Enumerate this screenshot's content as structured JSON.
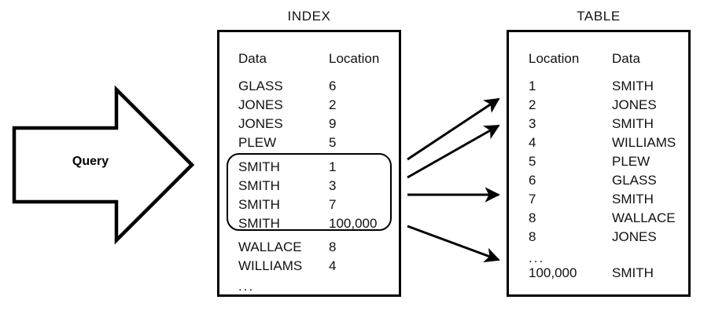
{
  "diagram": {
    "query_label": "Query"
  },
  "index_panel": {
    "title": "INDEX",
    "headers": {
      "data": "Data",
      "location": "Location"
    },
    "rows_before": [
      {
        "data": "GLASS",
        "location": "6"
      },
      {
        "data": "JONES",
        "location": "2"
      },
      {
        "data": "JONES",
        "location": "9"
      },
      {
        "data": "PLEW",
        "location": "5"
      }
    ],
    "highlighted_rows": [
      {
        "data": "SMITH",
        "location": "1"
      },
      {
        "data": "SMITH",
        "location": "3"
      },
      {
        "data": "SMITH",
        "location": "7"
      },
      {
        "data": "SMITH",
        "location": "100,000"
      }
    ],
    "rows_after": [
      {
        "data": "WALLACE",
        "location": "8"
      },
      {
        "data": "WILLIAMS",
        "location": "4"
      }
    ],
    "ellipsis": "..."
  },
  "table_panel": {
    "title": "TABLE",
    "headers": {
      "location": "Location",
      "data": "Data"
    },
    "rows": [
      {
        "location": "1",
        "data": "SMITH"
      },
      {
        "location": "2",
        "data": "JONES"
      },
      {
        "location": "3",
        "data": "SMITH"
      },
      {
        "location": "4",
        "data": "WILLIAMS"
      },
      {
        "location": "5",
        "data": "PLEW"
      },
      {
        "location": "6",
        "data": "GLASS"
      },
      {
        "location": "7",
        "data": "SMITH"
      },
      {
        "location": "8",
        "data": "WALLACE"
      },
      {
        "location": "8",
        "data": "JONES"
      }
    ],
    "ellipsis": "...",
    "last_row": {
      "location": "100,000",
      "data": "SMITH"
    }
  },
  "colors": {
    "stroke": "#000000",
    "text": "#111111",
    "background": "#ffffff"
  }
}
